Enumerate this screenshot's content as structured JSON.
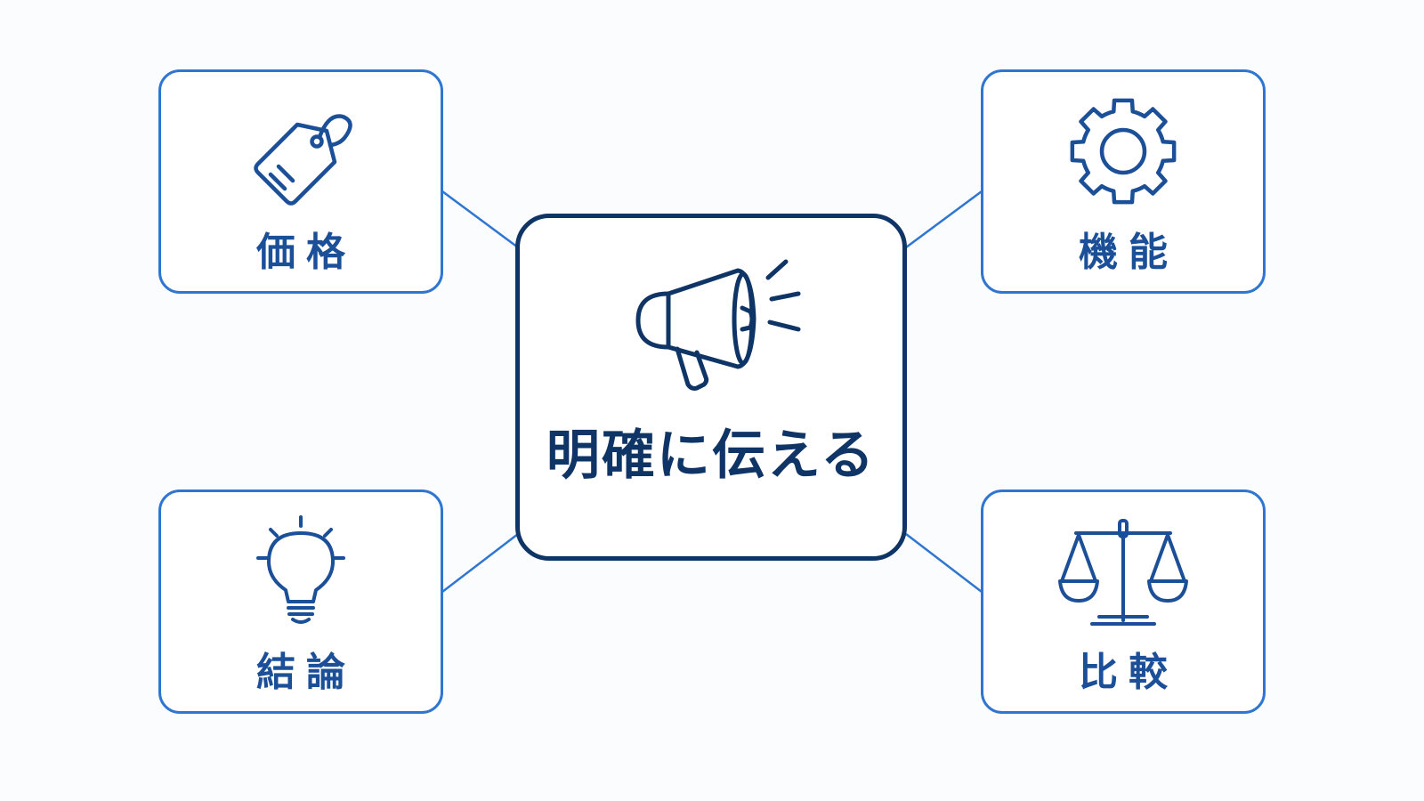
{
  "center": {
    "label": "明確に伝える",
    "icon": "megaphone-icon",
    "border_color": "#0f3566"
  },
  "nodes": {
    "top_left": {
      "label": "価格",
      "icon": "price-tag-icon"
    },
    "top_right": {
      "label": "機能",
      "icon": "gear-icon"
    },
    "bottom_left": {
      "label": "結論",
      "icon": "lightbulb-icon"
    },
    "bottom_right": {
      "label": "比較",
      "icon": "balance-scale-icon"
    }
  },
  "colors": {
    "node_border": "#2f76d2",
    "node_text": "#1b4f98",
    "center_text": "#0f3566",
    "connector": "#2f76d2"
  }
}
